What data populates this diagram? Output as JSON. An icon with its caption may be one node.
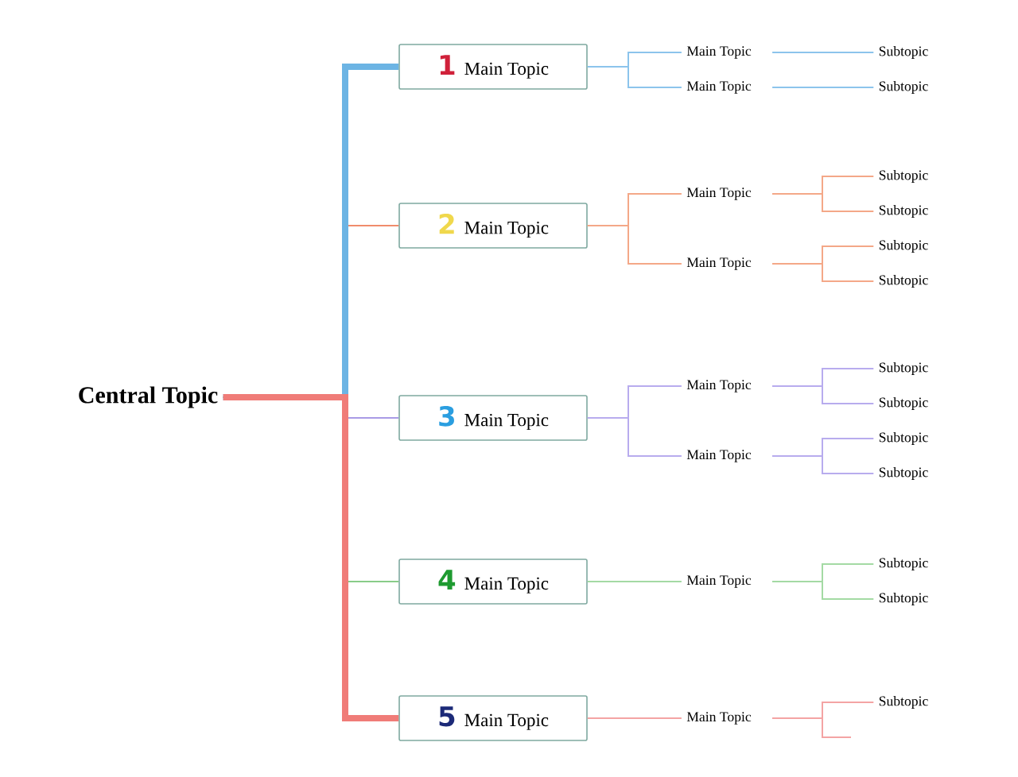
{
  "diagram": {
    "nodes": [
      {
        "text": [
          "Central Topic"
        ]
      },
      {
        "text": [
          "1",
          "Main Topic"
        ]
      },
      {
        "text": [
          "Main Topic"
        ]
      },
      {
        "text": [
          "Subtopic"
        ]
      },
      {
        "text": [
          "Main Topic"
        ]
      },
      {
        "text": [
          "Subtopic"
        ]
      },
      {
        "text": [
          "2",
          "Main Topic"
        ]
      },
      {
        "text": [
          "Main Topic"
        ]
      },
      {
        "text": [
          "Subtopic"
        ]
      },
      {
        "text": [
          "Subtopic"
        ]
      },
      {
        "text": [
          "Main Topic"
        ]
      },
      {
        "text": [
          "Subtopic"
        ]
      },
      {
        "text": [
          "Subtopic"
        ]
      },
      {
        "text": [
          "3",
          "Main Topic"
        ]
      },
      {
        "text": [
          "Main Topic"
        ]
      },
      {
        "text": [
          "Subtopic"
        ]
      },
      {
        "text": [
          "Subtopic"
        ]
      },
      {
        "text": [
          "Main Topic"
        ]
      },
      {
        "text": [
          "Subtopic"
        ]
      },
      {
        "text": [
          "Subtopic"
        ]
      },
      {
        "text": [
          "4",
          "Main Topic"
        ]
      },
      {
        "text": [
          "Main Topic"
        ]
      },
      {
        "text": [
          "Subtopic"
        ]
      },
      {
        "text": [
          "Subtopic"
        ]
      },
      {
        "text": [
          "5",
          "Main Topic"
        ]
      },
      {
        "text": [
          "Main Topic"
        ]
      },
      {
        "text": [
          "Subtopic"
        ]
      }
    ],
    "edges": [
      {
        "from": 0,
        "to": 1,
        "arrow": "none",
        "style": "thick",
        "color": "#6cb4e4"
      },
      {
        "from": 1,
        "to": 2,
        "arrow": "none",
        "color": "#8cc4ec"
      },
      {
        "from": 2,
        "to": 3,
        "arrow": "none",
        "color": "#8cc4ec"
      },
      {
        "from": 1,
        "to": 4,
        "arrow": "none",
        "color": "#8cc4ec"
      },
      {
        "from": 4,
        "to": 5,
        "arrow": "none",
        "color": "#8cc4ec"
      },
      {
        "from": 0,
        "to": 6,
        "arrow": "none",
        "color": "#f08c6c"
      },
      {
        "from": 6,
        "to": 7,
        "arrow": "none",
        "color": "#f4a888"
      },
      {
        "from": 7,
        "to": 8,
        "arrow": "none",
        "color": "#f4a888"
      },
      {
        "from": 7,
        "to": 9,
        "arrow": "none",
        "color": "#f4a888"
      },
      {
        "from": 6,
        "to": 10,
        "arrow": "none",
        "color": "#f4a888"
      },
      {
        "from": 10,
        "to": 11,
        "arrow": "none",
        "color": "#f4a888"
      },
      {
        "from": 10,
        "to": 12,
        "arrow": "none",
        "color": "#f4a888"
      },
      {
        "from": 0,
        "to": 13,
        "arrow": "none",
        "color": "#a99be6"
      },
      {
        "from": 13,
        "to": 14,
        "arrow": "none",
        "color": "#b8acee"
      },
      {
        "from": 14,
        "to": 15,
        "arrow": "none",
        "color": "#b8acee"
      },
      {
        "from": 14,
        "to": 16,
        "arrow": "none",
        "color": "#b8acee"
      },
      {
        "from": 13,
        "to": 17,
        "arrow": "none",
        "color": "#b8acee"
      },
      {
        "from": 17,
        "to": 18,
        "arrow": "none",
        "color": "#b8acee"
      },
      {
        "from": 17,
        "to": 19,
        "arrow": "none",
        "color": "#b8acee"
      },
      {
        "from": 0,
        "to": 20,
        "arrow": "none",
        "color": "#88cc88"
      },
      {
        "from": 20,
        "to": 21,
        "arrow": "none",
        "color": "#a4daa4"
      },
      {
        "from": 21,
        "to": 22,
        "arrow": "none",
        "color": "#a4daa4"
      },
      {
        "from": 21,
        "to": 23,
        "arrow": "none",
        "color": "#a4daa4"
      },
      {
        "from": 0,
        "to": 24,
        "arrow": "none",
        "style": "thick",
        "color": "#f07c78"
      },
      {
        "from": 24,
        "to": 25,
        "arrow": "none",
        "color": "#f4a4a4"
      },
      {
        "from": 25,
        "to": 26,
        "arrow": "none",
        "color": "#f4a4a4"
      },
      {
        "from": 25,
        "to": null,
        "arrow": "none",
        "color": "#f4a4a4"
      }
    ]
  }
}
